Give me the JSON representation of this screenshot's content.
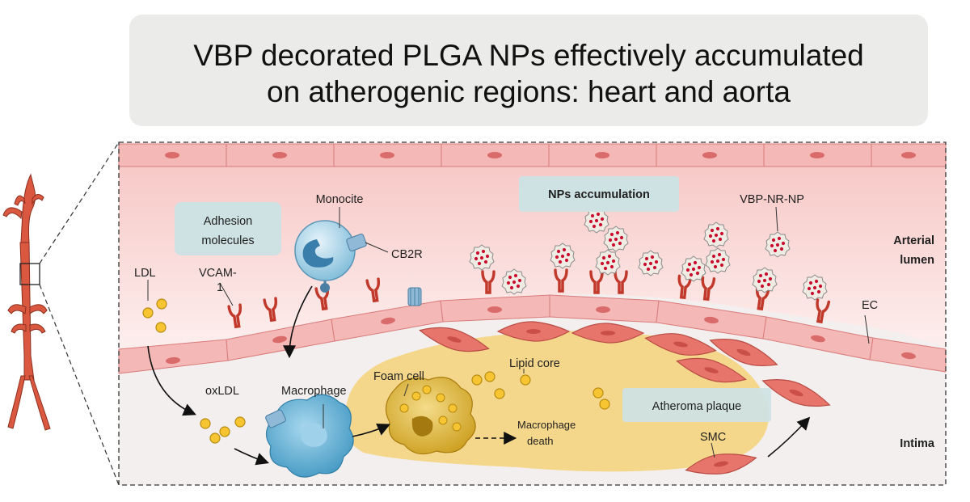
{
  "title": {
    "line1": "VBP decorated PLGA NPs effectively accumulated",
    "line2": "on atherogenic regions: heart and aorta"
  },
  "labels": {
    "monocite": "Monocite",
    "adhesion_line1": "Adhesion",
    "adhesion_line2": "molecules",
    "cb2r": "CB2R",
    "ldl": "LDL",
    "vcam_line1": "VCAM-",
    "vcam_line2": "1",
    "nps_accumulation": "NPs accumulation",
    "vbp_nr_np": "VBP-NR-NP",
    "arterial_line1": "Arterial",
    "arterial_line2": "lumen",
    "ec": "EC",
    "foam_cell": "Foam cell",
    "lipid_core": "Lipid core",
    "oxldl": "oxLDL",
    "macrophage": "Macrophage",
    "macrophage_death_line1": "Macrophage",
    "macrophage_death_line2": "death",
    "atheroma_plaque": "Atheroma plaque",
    "smc": "SMC",
    "intima": "Intima"
  },
  "colors": {
    "endothelial_cell": "#f4b8b6",
    "cell_border": "#d97b7b",
    "lumen": "#fbe3e2",
    "plaque": "#f5d47f",
    "receptor": "#c0392b",
    "monocyte": "#a9d3e8",
    "macrophage": "#4fa8cf",
    "lipid": "#f6c531",
    "nanoparticle": "#c8102e",
    "label_box": "#cfe2e3",
    "aorta": "#d9583f"
  }
}
